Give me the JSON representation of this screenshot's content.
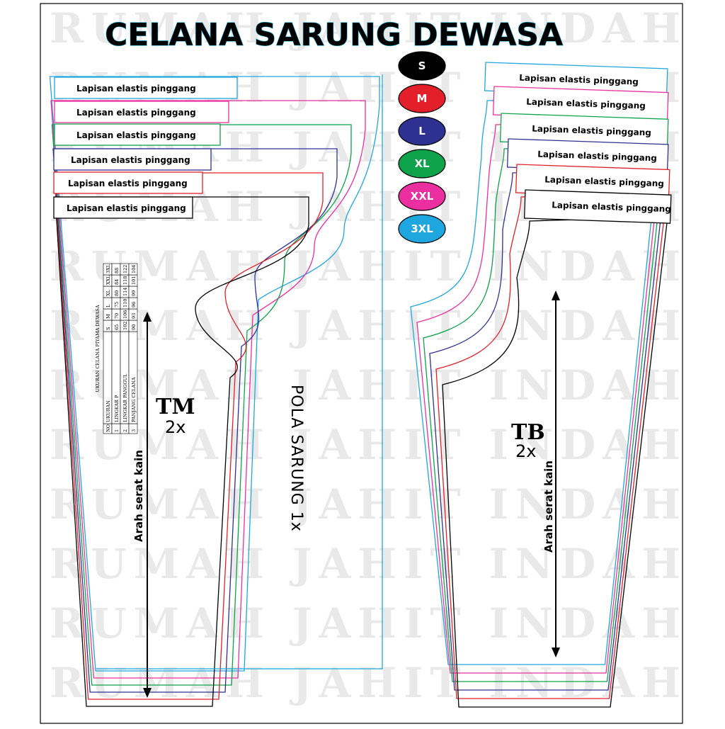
{
  "title": "CELANA SARUNG DEWASA",
  "watermark": "RUMAH JAHIT INDAH",
  "band_label": "Lapisan elastis pinggang",
  "sizes": [
    {
      "label": "S",
      "color": "#000000"
    },
    {
      "label": "M",
      "color": "#e3202a"
    },
    {
      "label": "L",
      "color": "#2e3192"
    },
    {
      "label": "XL",
      "color": "#0ea24a"
    },
    {
      "label": "XXL",
      "color": "#ec2fa0"
    },
    {
      "label": "3XL",
      "color": "#1ea7de"
    }
  ],
  "front_piece": {
    "label": "TM",
    "count": "2x",
    "grain": "Arah serat kain"
  },
  "back_piece": {
    "label": "TB",
    "count": "2x",
    "grain": "Arah serat kain"
  },
  "sarong_label": "POLA SARUNG 1x",
  "size_table": {
    "title": "UKURAN CELANA PIYAMA DEWASA",
    "headers": [
      "NO",
      "UKURAN",
      "S",
      "M",
      "L",
      "XL",
      "XXL",
      "3XL"
    ],
    "rows": [
      [
        "1",
        "LINGKAR P",
        "65",
        "70",
        "75",
        "80",
        "84",
        "88"
      ],
      [
        "2",
        "LINGKAR PANGGUL",
        "102",
        "106",
        "110",
        "114",
        "118",
        "122"
      ],
      [
        "3",
        "PANJANG CELANA",
        "90",
        "93",
        "96",
        "99",
        "101",
        "104"
      ]
    ]
  }
}
